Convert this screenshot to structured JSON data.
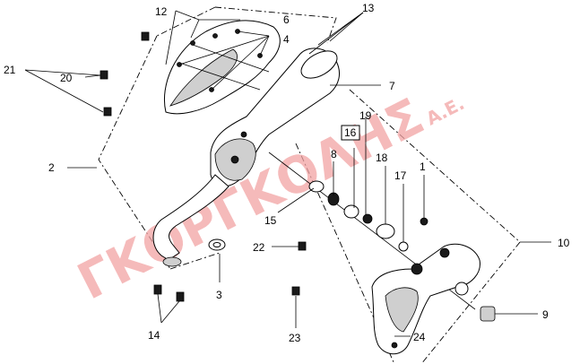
{
  "watermark": {
    "main": "ΓΚΟΡΓΚΟΛΗΣ",
    "suffix": "Α.Ε.",
    "color": "#f2a3a3"
  },
  "callouts": {
    "c1": "1",
    "c2": "2",
    "c3": "3",
    "c4": "4",
    "c6": "6",
    "c7": "7",
    "c8": "8",
    "c9": "9",
    "c10": "10",
    "c12": "12",
    "c13": "13",
    "c14": "14",
    "c15": "15",
    "c16": "16",
    "c17": "17",
    "c18": "18",
    "c19": "19",
    "c20": "20",
    "c21": "21",
    "c22": "22",
    "c23": "23",
    "c24": "24"
  }
}
